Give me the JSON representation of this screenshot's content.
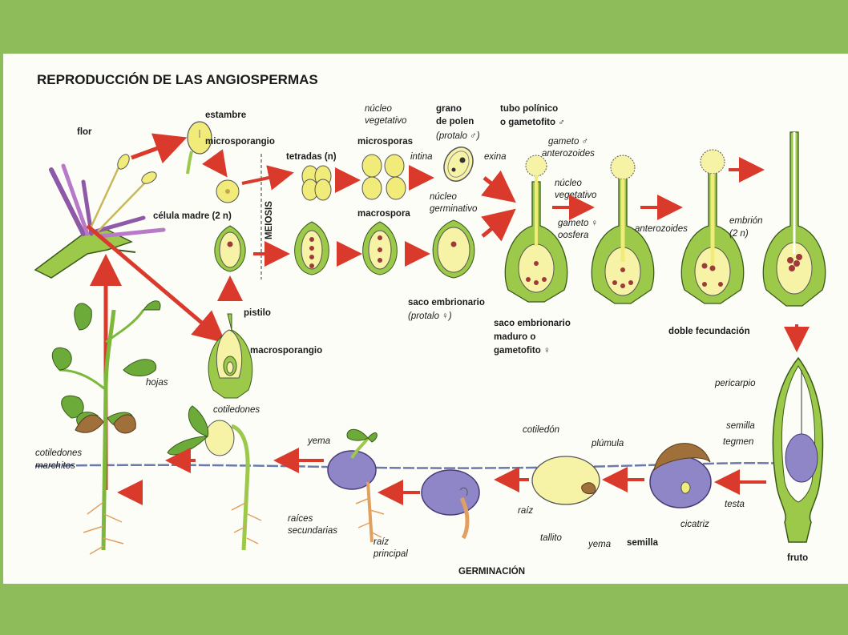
{
  "title": "REPRODUCCIÓN DE LAS ANGIOSPERMAS",
  "labels": {
    "flor": "flor",
    "estambre": "estambre",
    "microsporangio": "microsporangio",
    "celula_madre": "célula madre (2 n)",
    "meiosis": "MEIOSIS",
    "tetradas": "tetradas (n)",
    "microsporas": "microsporas",
    "nucleo_vegetativo_1": "núcleo",
    "nucleo_vegetativo_2": "vegetativo",
    "grano_1": "grano",
    "grano_2": "de polen",
    "grano_3": "(protalo ♂)",
    "intina": "intina",
    "exina": "exina",
    "nucleo_germ_1": "núcleo",
    "nucleo_germ_2": "germinativo",
    "tubo_1": "tubo polínico",
    "tubo_2": "o gametofito ♂",
    "gameto_m": "gameto ♂",
    "anterozoides_1": "anterozoides",
    "nucleo_veg2_1": "núcleo",
    "nucleo_veg2_2": "vegetativo",
    "gameto_f": "gameto ♀",
    "oosfera": "oosfera",
    "anterozoides_2": "anterozoides",
    "embrion_1": "embrión",
    "embrion_2": "(2 n)",
    "macrospora": "macrospora",
    "saco_1": "saco embrionario",
    "saco_2": "(protalo ♀)",
    "saco_mad_1": "saco embrionario",
    "saco_mad_2": "maduro o",
    "saco_mad_3": "gametofito ♀",
    "doble": "doble fecundación",
    "pistilo": "pistilo",
    "macrosporangio": "macrosporangio",
    "hojas": "hojas",
    "cotiledones": "cotiledones",
    "cot_marchitos_1": "cotiledones",
    "cot_marchitos_2": "marchitos",
    "yema_1": "yema",
    "raices_1": "raíces",
    "raices_2": "secundarias",
    "raiz_principal_1": "raíz",
    "raiz_principal_2": "principal",
    "germinacion": "GERMINACIÓN",
    "cotiledon": "cotiledón",
    "plumula": "plúmula",
    "raiz": "raíz",
    "tallito": "tallito",
    "yema_2": "yema",
    "semilla_1": "semilla",
    "pericarpio": "pericarpio",
    "semilla_2": "semilla",
    "tegmen": "tegmen",
    "testa": "testa",
    "cicatriz": "cicatriz",
    "fruto": "fruto"
  },
  "colors": {
    "background": "#8fbc5a",
    "sheet": "#fdfdf8",
    "arrow": "#d93a2b",
    "plant_green": "#9cc94a",
    "pollen_yellow": "#f1ec7a",
    "ovule_yellow": "#f6f3a6",
    "seed_purple": "#8f86c8",
    "root_orange": "#e0a060",
    "dried_brown": "#a0703a"
  }
}
